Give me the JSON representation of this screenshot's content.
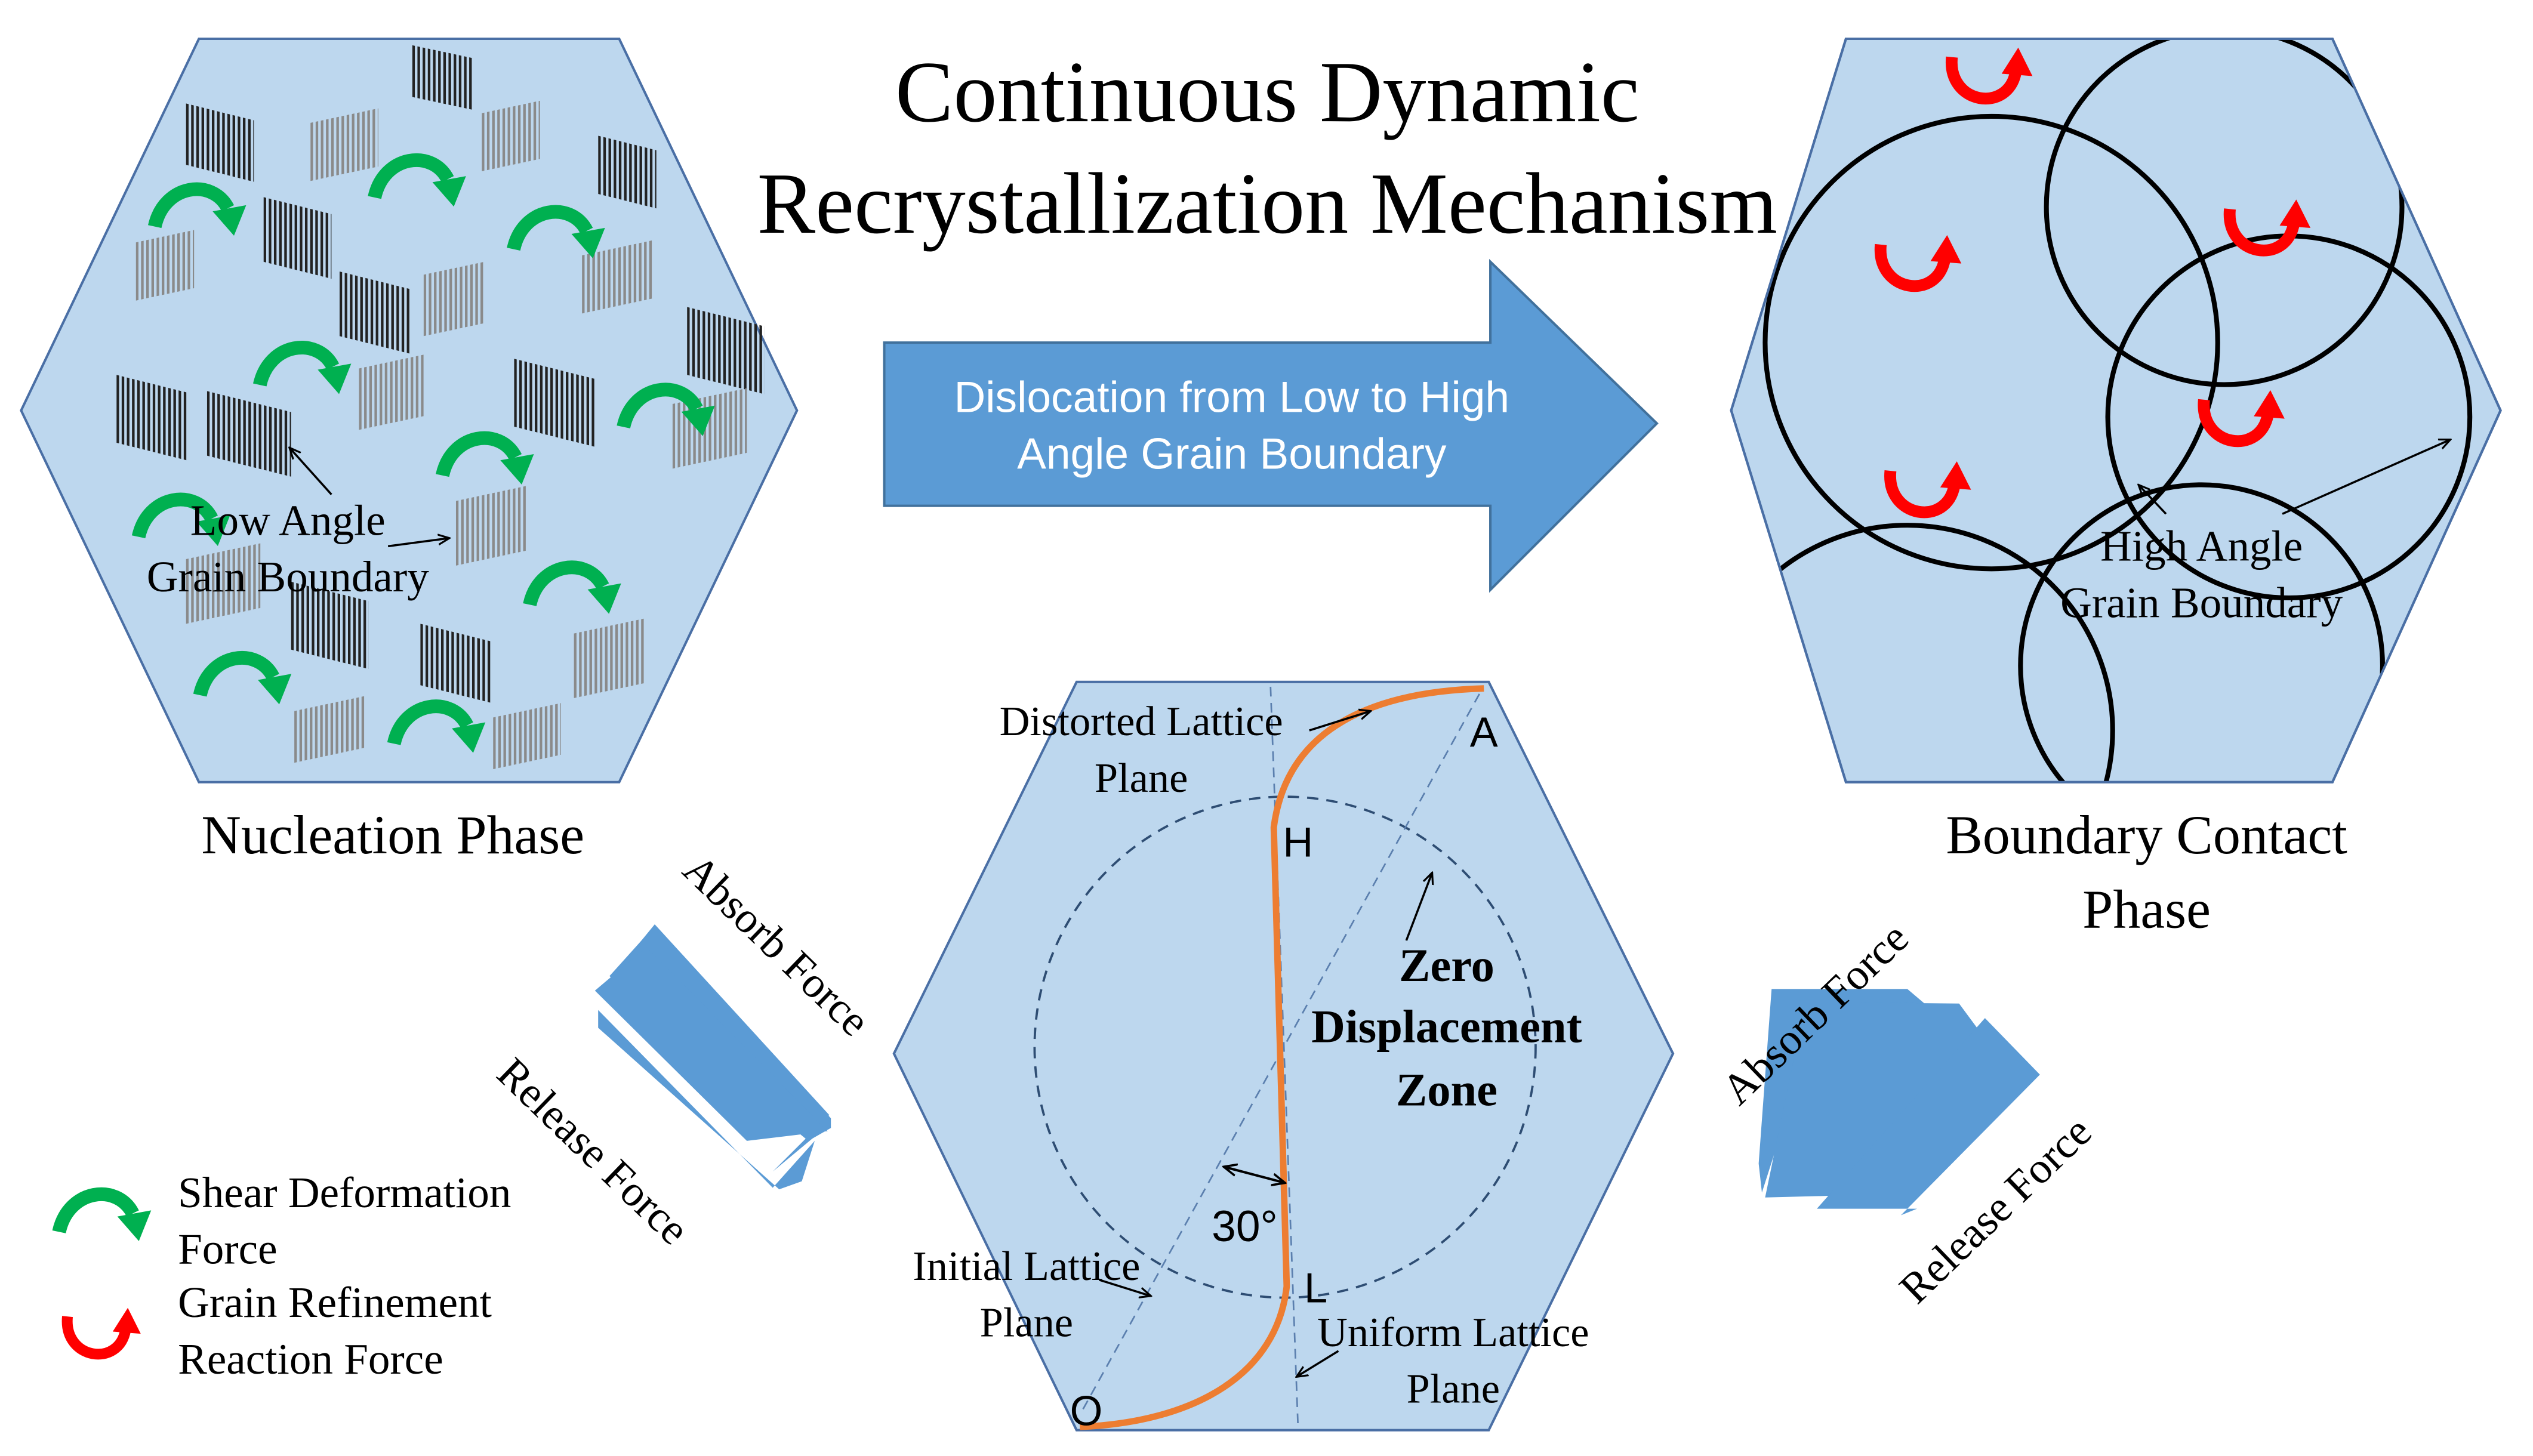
{
  "title": {
    "line1": "Continuous Dynamic",
    "line2": "Recrystallization Mechanism"
  },
  "main_arrow": {
    "line1": "Dislocation from Low to High",
    "line2": "Angle Grain Boundary"
  },
  "nucleation": {
    "caption": "Nucleation Phase",
    "label_line1": "Low Angle",
    "label_line2": "Grain Boundary"
  },
  "boundary_contact": {
    "caption_line1": "Boundary Contact",
    "caption_line2": "Phase",
    "label_line1": "High Angle",
    "label_line2": "Grain Boundary"
  },
  "zero_zone": {
    "distorted_line1": "Distorted Lattice",
    "distorted_line2": "Plane",
    "initial_line1": "Initial Lattice",
    "initial_line2": "Plane",
    "uniform_line1": "Uniform Lattice",
    "uniform_line2": "Plane",
    "zone_line1": "Zero",
    "zone_line2": "Displacement",
    "zone_line3": "Zone",
    "angle": "30°",
    "points": {
      "A": "A",
      "H": "H",
      "L": "L",
      "O": "O"
    }
  },
  "left_exchange": {
    "absorb": "Absorb Force",
    "release": "Release Force"
  },
  "right_exchange": {
    "absorb": "Absorb Force",
    "release": "Release Force"
  },
  "legend": {
    "shear_line1": "Shear Deformation",
    "shear_line2": "Force",
    "refine_line1": "Grain Refinement",
    "refine_line2": "Reaction Force"
  },
  "colors": {
    "hex_fill": "#bdd7ee",
    "hex_stroke": "#4a6fa5",
    "arrow_fill": "#5b9bd5",
    "shear_arrow": "#00b050",
    "refine_arrow": "#ff0000",
    "lattice_line": "#ed7d31"
  }
}
